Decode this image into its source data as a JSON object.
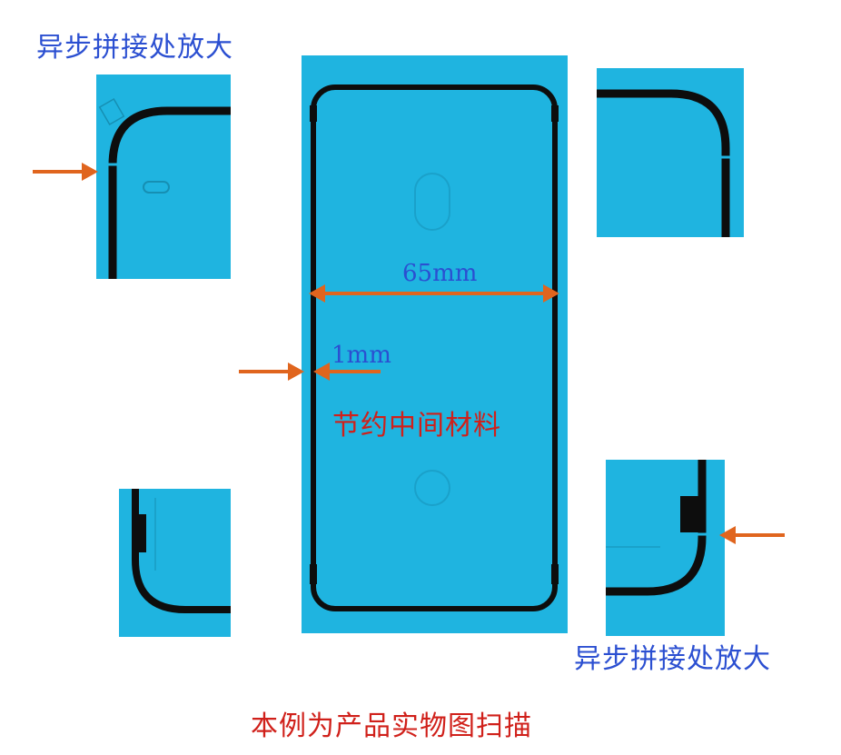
{
  "captions": {
    "top_left": "异步拼接处放大",
    "bottom_right": "异步拼接处放大",
    "footer": "本例为产品实物图扫描"
  },
  "main_part": {
    "width_label": "65mm",
    "border_label": "1mm",
    "center_label": "节约中间材料"
  },
  "colors": {
    "sheet": "#1fb4e0",
    "frame": "#0d0d0d",
    "arrow": "#e0651e",
    "caption_blue": "#2b4fd1",
    "caption_red": "#d0201a"
  }
}
